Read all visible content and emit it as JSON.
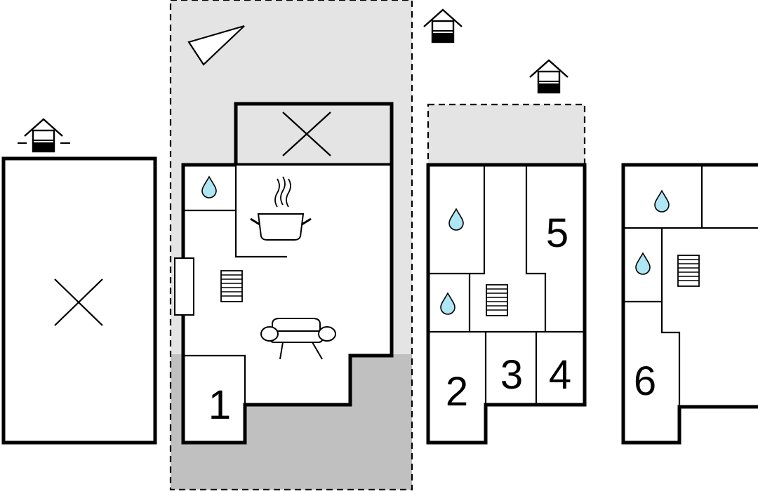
{
  "colors": {
    "outdoor_light": "#e4e4e4",
    "outdoor_dark": "#c0c0c0",
    "wall": "#000000",
    "water": "#aee6f5",
    "background": "#ffffff"
  },
  "rooms": [
    {
      "label": "1"
    },
    {
      "label": "2"
    },
    {
      "label": "3"
    },
    {
      "label": "4"
    },
    {
      "label": "5"
    },
    {
      "label": "6"
    }
  ],
  "icons": [
    "house-entrance-icon",
    "compass-north-icon",
    "bathroom-water-drop-icon",
    "stairs-icon",
    "kitchen-pot-icon",
    "sofa-icon",
    "window-icon",
    "not-used-cross-icon"
  ]
}
